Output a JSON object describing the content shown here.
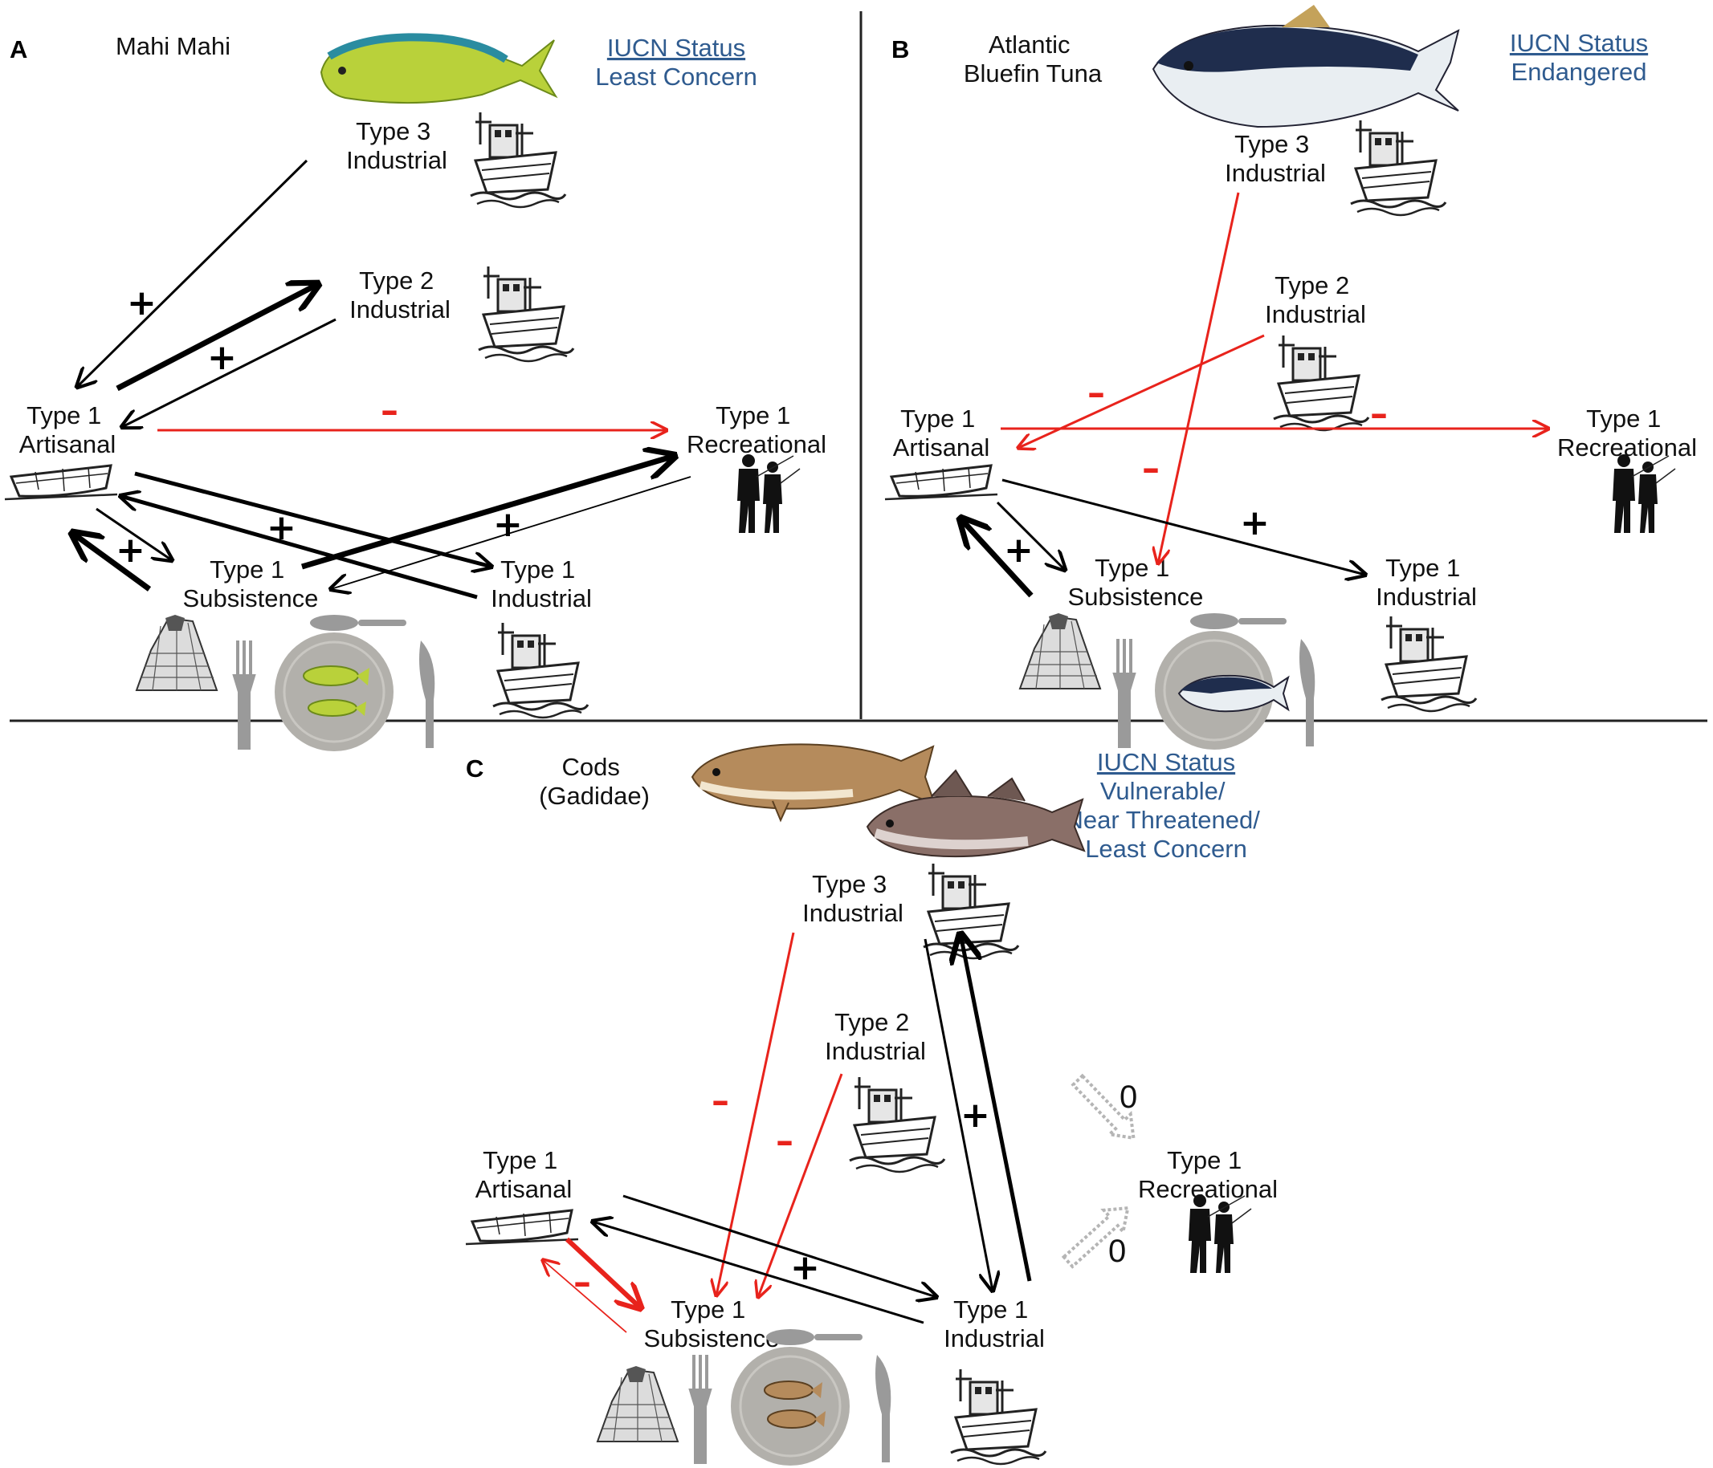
{
  "panels": [
    {
      "id": "A",
      "letter": "A",
      "species": [
        "Mahi Mahi"
      ],
      "iucn_heading": "IUCN Status",
      "iucn_status": [
        "Least Concern"
      ]
    },
    {
      "id": "B",
      "letter": "B",
      "species": [
        "Atlantic",
        "Bluefin Tuna"
      ],
      "iucn_heading": "IUCN Status",
      "iucn_status": [
        "Endangered"
      ]
    },
    {
      "id": "C",
      "letter": "C",
      "species": [
        "Cods",
        "(Gadidae)"
      ],
      "iucn_heading": "IUCN Status",
      "iucn_status": [
        "Vulnerable/",
        "Near Threatened/",
        "Least Concern"
      ]
    }
  ],
  "nodes": {
    "A": [
      {
        "id": "t3",
        "lines": [
          "Type 3",
          "Industrial"
        ]
      },
      {
        "id": "t2",
        "lines": [
          "Type 2",
          "Industrial"
        ]
      },
      {
        "id": "art",
        "lines": [
          "Type 1",
          "Artisanal"
        ]
      },
      {
        "id": "rec",
        "lines": [
          "Type 1",
          "Recreational"
        ]
      },
      {
        "id": "sub",
        "lines": [
          "Type 1",
          "Subsistence"
        ]
      },
      {
        "id": "ind",
        "lines": [
          "Type 1",
          "Industrial"
        ]
      }
    ],
    "B": [
      {
        "id": "t3",
        "lines": [
          "Type 3",
          "Industrial"
        ]
      },
      {
        "id": "t2",
        "lines": [
          "Type 2",
          "Industrial"
        ]
      },
      {
        "id": "art",
        "lines": [
          "Type 1",
          "Artisanal"
        ]
      },
      {
        "id": "rec",
        "lines": [
          "Type 1",
          "Recreational"
        ]
      },
      {
        "id": "sub",
        "lines": [
          "Type 1",
          "Subsistence"
        ]
      },
      {
        "id": "ind",
        "lines": [
          "Type 1",
          "Industrial"
        ]
      }
    ],
    "C": [
      {
        "id": "t3",
        "lines": [
          "Type 3",
          "Industrial"
        ]
      },
      {
        "id": "t2",
        "lines": [
          "Type 2",
          "Industrial"
        ]
      },
      {
        "id": "art",
        "lines": [
          "Type 1",
          "Artisanal"
        ]
      },
      {
        "id": "rec",
        "lines": [
          "Type 1",
          "Recreational"
        ]
      },
      {
        "id": "sub",
        "lines": [
          "Type 1",
          "Subsistence"
        ]
      },
      {
        "id": "ind",
        "lines": [
          "Type 1",
          "Industrial"
        ]
      }
    ]
  },
  "interaction_signs": {
    "A": [
      "+",
      "+",
      "–",
      "+",
      "+",
      "+"
    ],
    "B": [
      "–",
      "–",
      "–",
      "+",
      "+"
    ],
    "C": [
      "–",
      "–",
      "+",
      "0",
      "0",
      "+",
      "–"
    ]
  },
  "colors": {
    "positive": "#000000",
    "negative": "#e8231c",
    "neutral": "#bbbbbb",
    "iucn_text": "#2f5b8f"
  },
  "icons": [
    "mahi-mahi-fish-icon",
    "bluefin-tuna-icon",
    "cod-icon",
    "pollock-icon",
    "fishing-trawler-icon",
    "rowboat-icon",
    "anglers-silhouette-icon",
    "fishing-net-icon",
    "dinner-plate-icon",
    "fork-icon",
    "spoon-icon",
    "knife-icon"
  ]
}
